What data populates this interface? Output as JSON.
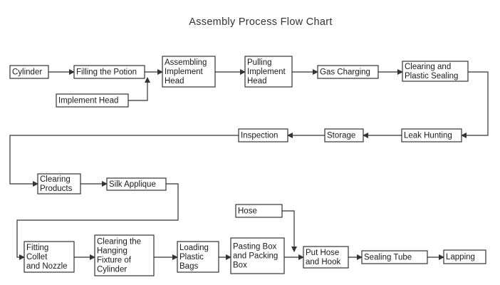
{
  "title": "Assembly Process Flow Chart",
  "nodes": {
    "cylinder": [
      "Cylinder"
    ],
    "filling_potion": [
      "Filling the Potion"
    ],
    "implement_head": [
      "Implement Head"
    ],
    "assembling": [
      "Assembling",
      "Implement",
      "Head"
    ],
    "pulling": [
      "Pulling",
      "Implement",
      "Head"
    ],
    "gas_charging": [
      "Gas Charging"
    ],
    "clearing_sealing": [
      "Clearing and",
      "Plastic Sealing"
    ],
    "leak_hunting": [
      "Leak Hunting"
    ],
    "storage": [
      "Storage"
    ],
    "inspection": [
      "Inspection"
    ],
    "clearing_products": [
      "Clearing",
      "Products"
    ],
    "silk_applique": [
      "Silk Applique"
    ],
    "fitting_collet": [
      "Fitting",
      "Collet",
      "and Nozzle"
    ],
    "clearing_fixture": [
      "Clearing the",
      " Hanging",
      "Fixture of",
      "Cylinder"
    ],
    "loading_bags": [
      "Loading",
      "Plastic",
      "Bags"
    ],
    "pasting_box": [
      "Pasting Box",
      "and Packing",
      "Box"
    ],
    "hose": [
      "Hose"
    ],
    "put_hose": [
      "Put Hose",
      "and Hook"
    ],
    "sealing_tube": [
      "Sealing  Tube"
    ],
    "lapping": [
      "Lapping"
    ]
  }
}
